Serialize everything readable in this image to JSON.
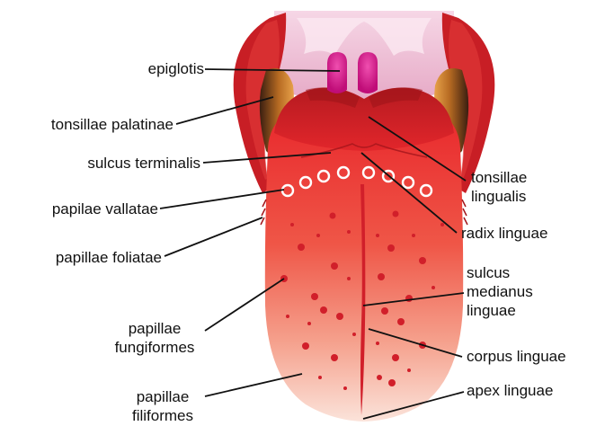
{
  "labels": {
    "epiglotis": "epiglotis",
    "tonsillae_palatinae": "tonsillae palatinae",
    "sulcus_terminalis": "sulcus terminalis",
    "papilae_vallatae": "papilae vallatae",
    "papillae_foliatae": "papillae foliatae",
    "papillae_fungiformes": "papillae\nfungiformes",
    "papillae_filiformes": "papillae\nfiliformes",
    "tonsillae_lingualis": "tonsillae\nlingualis",
    "radix_linguae": "radix linguae",
    "sulcus_medianus_linguae": "sulcus\nmedianus\nlinguae",
    "corpus_linguae": "corpus linguae",
    "apex_linguae": "apex linguae"
  },
  "colors": {
    "tongue_top": "#e8242a",
    "tongue_mid": "#f2766a",
    "tongue_bottom": "#fbe3da",
    "root": "#c81e25",
    "epiglottis": "#d6168c",
    "pharynx": "#f3c9dc",
    "palatine_tonsil": "#c87a2c",
    "dots": "#d11f2a"
  }
}
